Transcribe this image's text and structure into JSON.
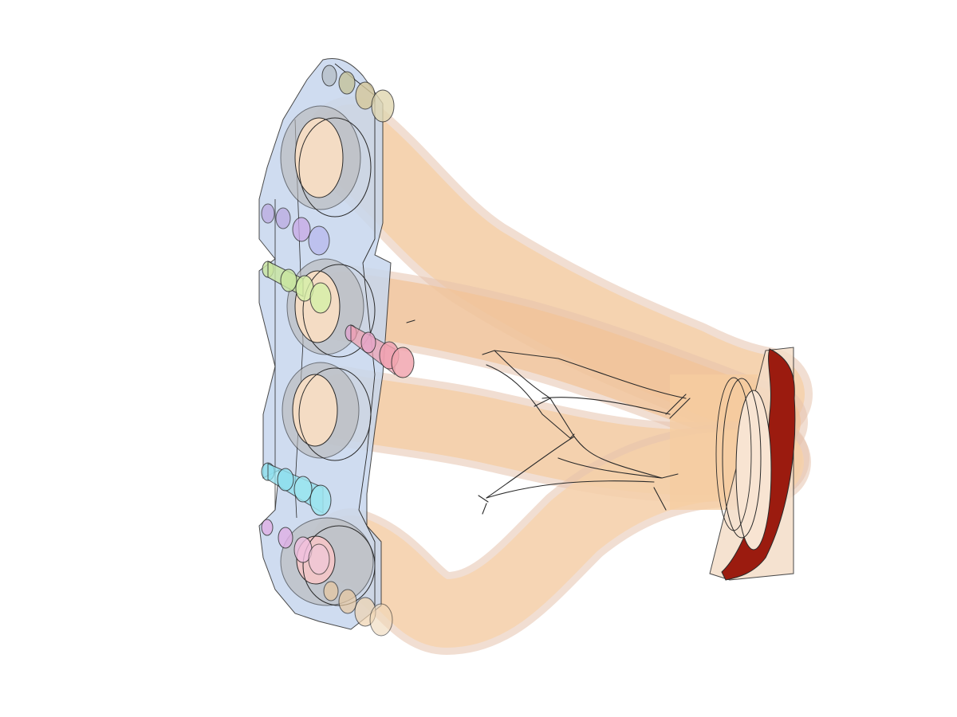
{
  "scene": {
    "subject": "exhaust-manifest-assembly",
    "view": "3d-translucent-render",
    "background_color": "#ffffff",
    "colors": {
      "pipe": "#f2c9a0",
      "pipe_edge": "#e0b8a0",
      "flange": "#c7d7ee",
      "outlet_flange": "#9b1b0f",
      "outline": "#1a1a1a"
    },
    "components": [
      {
        "name": "cylinder-head-flange",
        "color": "#c7d7ee"
      },
      {
        "name": "runner-1",
        "color": "#f2c9a0"
      },
      {
        "name": "runner-2",
        "color": "#f2c9a0"
      },
      {
        "name": "runner-3",
        "color": "#f2c9a0"
      },
      {
        "name": "runner-4",
        "color": "#f2c9a0"
      },
      {
        "name": "collector",
        "color": "#f2c9a0"
      },
      {
        "name": "outlet-flange",
        "color": "#9b1b0f"
      },
      {
        "name": "bolt-top",
        "color": "#b5b58a"
      },
      {
        "name": "bolt-purple-upper",
        "color": "#b9a6e0"
      },
      {
        "name": "bolt-green",
        "color": "#c9e6a0"
      },
      {
        "name": "bolt-red",
        "color": "#f0a0b0"
      },
      {
        "name": "bolt-cyan",
        "color": "#8fe0ee"
      },
      {
        "name": "bolt-purple-lower",
        "color": "#e0b0e6"
      },
      {
        "name": "bolt-bottom",
        "color": "#e8c8a0"
      }
    ]
  }
}
